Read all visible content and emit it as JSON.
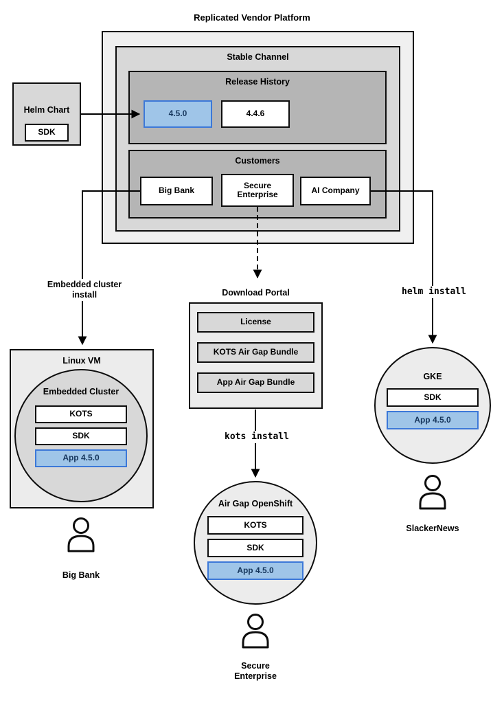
{
  "title": "Replicated Vendor Platform",
  "platform": {
    "stable_channel": {
      "label": "Stable Channel"
    },
    "release_history": {
      "label": "Release History",
      "versions": [
        {
          "label": "4.5.0"
        },
        {
          "label": "4.4.6"
        }
      ]
    },
    "customers": {
      "label": "Customers",
      "items": [
        {
          "label": "Big Bank"
        },
        {
          "label": "Secure Enterprise"
        },
        {
          "label": "AI Company"
        }
      ]
    }
  },
  "helm_chart": {
    "label": "Helm Chart",
    "sdk": "SDK"
  },
  "left_flow": {
    "arrow_label_line1": "Embedded cluster",
    "arrow_label_line2": "install",
    "host": "Linux VM",
    "cluster": "Embedded Cluster",
    "components": [
      {
        "label": "KOTS"
      },
      {
        "label": "SDK"
      },
      {
        "label": "App 4.5.0"
      }
    ],
    "persona": "Big Bank"
  },
  "middle_flow": {
    "portal": {
      "label": "Download Portal",
      "items": [
        {
          "label": "License"
        },
        {
          "label": "KOTS Air Gap Bundle"
        },
        {
          "label": "App Air Gap Bundle"
        }
      ]
    },
    "arrow_label": "kots install",
    "cluster": "Air Gap OpenShift",
    "components": [
      {
        "label": "KOTS"
      },
      {
        "label": "SDK"
      },
      {
        "label": "App 4.5.0"
      }
    ],
    "persona": "Secure Enterprise"
  },
  "right_flow": {
    "arrow_label": "helm install",
    "cluster": "GKE",
    "components": [
      {
        "label": "SDK"
      },
      {
        "label": "App 4.5.0"
      }
    ],
    "persona": "SlackerNews"
  },
  "colors": {
    "highlight_fill": "#9fc5e8",
    "highlight_border": "#3c78d8",
    "panel_light": "#f0f0f0",
    "panel_medium": "#d8d8d8",
    "panel_dark": "#b5b5b5",
    "arrow": "#000000"
  }
}
